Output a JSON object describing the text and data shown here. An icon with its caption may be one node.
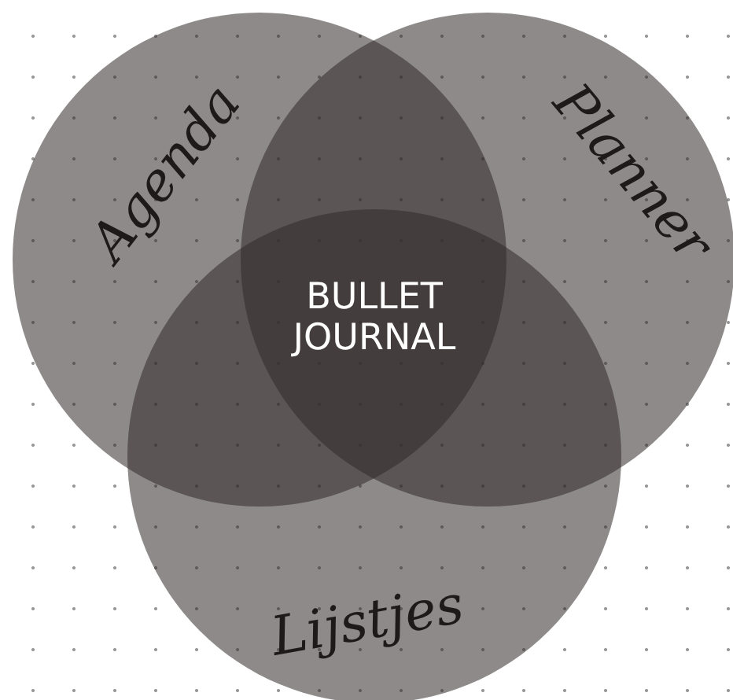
{
  "diagram": {
    "nodes": [
      {
        "text": [
          "Agenda"
        ]
      },
      {
        "text": [
          "Planner"
        ]
      },
      {
        "text": [
          "Lijstjes"
        ]
      }
    ],
    "labels": [
      "BULLET JOURNAL"
    ]
  }
}
